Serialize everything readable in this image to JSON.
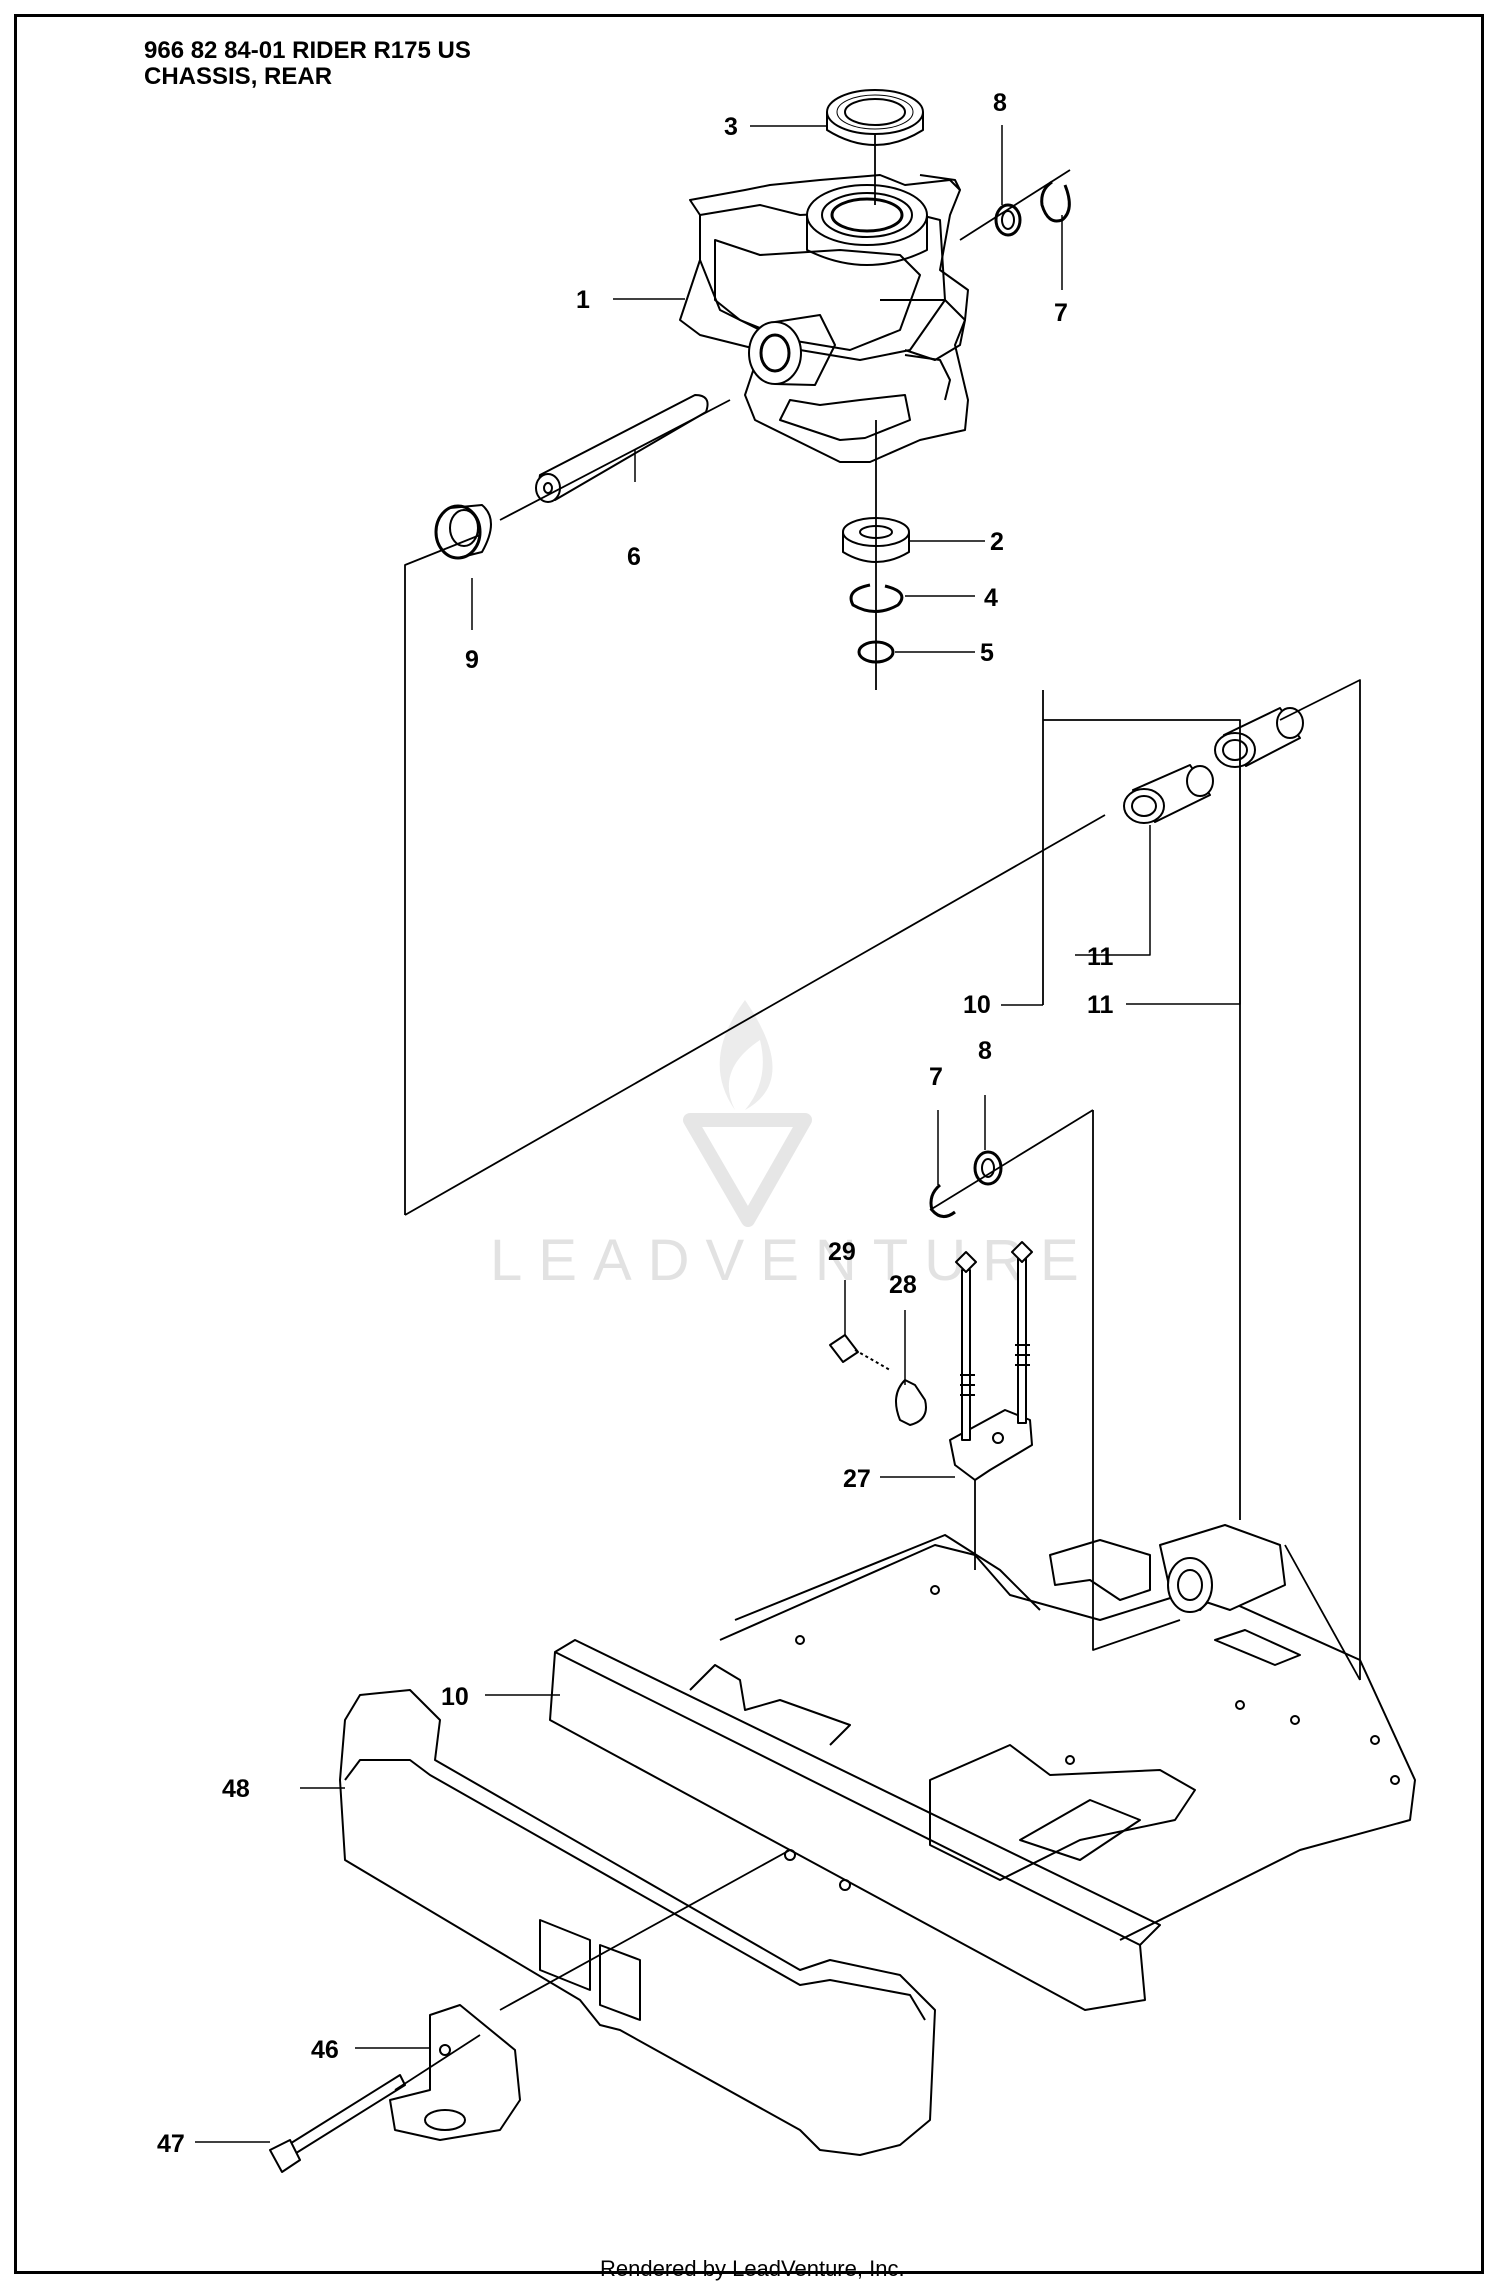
{
  "header": {
    "model_line": "966 82 84-01 RIDER R175 US",
    "section": "CHASSIS, REAR"
  },
  "watermark": "LEADVENTURE",
  "footer": "Rendered by LeadVenture, Inc.",
  "callouts": {
    "p1": "1",
    "p2": "2",
    "p3": "3",
    "p4": "4",
    "p5": "5",
    "p6": "6",
    "p7a": "7",
    "p7b": "7",
    "p8a": "8",
    "p8b": "8",
    "p9": "9",
    "p10a": "10",
    "p10b": "10",
    "p11a": "11",
    "p11b": "11",
    "p27": "27",
    "p28": "28",
    "p29": "29",
    "p46": "46",
    "p47": "47",
    "p48": "48"
  },
  "colors": {
    "line": "#000000",
    "watermark": "#e2e2e2"
  }
}
